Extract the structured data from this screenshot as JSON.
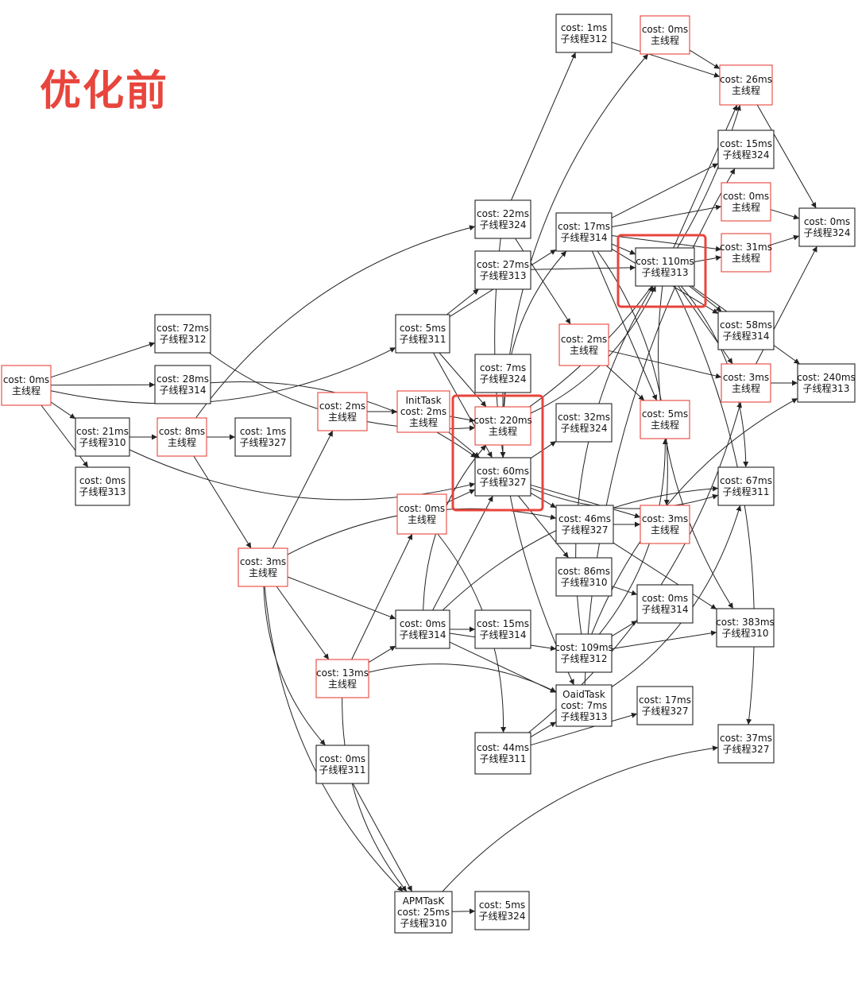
{
  "title": "优化前",
  "colors": {
    "main_thread_border": "#e8453c",
    "worker_border": "#222222",
    "title": "#e8453c",
    "edge": "#222222"
  },
  "nodes": [
    {
      "id": "n1",
      "lines": [
        "cost: 0ms",
        "主线程"
      ],
      "main": true
    },
    {
      "id": "n2",
      "lines": [
        "cost: 72ms",
        "子线程312"
      ]
    },
    {
      "id": "n3",
      "lines": [
        "cost: 28ms",
        "子线程314"
      ]
    },
    {
      "id": "n4",
      "lines": [
        "cost: 21ms",
        "子线程310"
      ]
    },
    {
      "id": "n5",
      "lines": [
        "cost: 0ms",
        "子线程313"
      ]
    },
    {
      "id": "n6",
      "lines": [
        "cost: 8ms",
        "主线程"
      ],
      "main": true
    },
    {
      "id": "n7",
      "lines": [
        "cost: 1ms",
        "子线程327"
      ]
    },
    {
      "id": "n8",
      "lines": [
        "cost: 3ms",
        "主线程"
      ],
      "main": true
    },
    {
      "id": "n9",
      "lines": [
        "cost: 2ms",
        "主线程"
      ],
      "main": true
    },
    {
      "id": "n10",
      "lines": [
        "cost: 13ms",
        "主线程"
      ],
      "main": true
    },
    {
      "id": "n11",
      "lines": [
        "cost: 0ms",
        "子线程311"
      ]
    },
    {
      "id": "n12",
      "lines": [
        "cost: 5ms",
        "子线程311"
      ]
    },
    {
      "id": "n13",
      "lines": [
        "InitTask",
        "cost: 2ms",
        "主线程"
      ],
      "main": true
    },
    {
      "id": "n14",
      "lines": [
        "cost: 0ms",
        "主线程"
      ],
      "main": true
    },
    {
      "id": "n15",
      "lines": [
        "cost: 0ms",
        "子线程314"
      ]
    },
    {
      "id": "n16",
      "lines": [
        "APMTasK",
        "cost: 25ms",
        "子线程310"
      ]
    },
    {
      "id": "n17",
      "lines": [
        "cost: 22ms",
        "子线程324"
      ]
    },
    {
      "id": "n18",
      "lines": [
        "cost: 27ms",
        "子线程313"
      ]
    },
    {
      "id": "n19",
      "lines": [
        "cost: 7ms",
        "子线程324"
      ]
    },
    {
      "id": "n20",
      "lines": [
        "cost: 220ms",
        "主线程"
      ],
      "main": true
    },
    {
      "id": "n21",
      "lines": [
        "cost: 60ms",
        "子线程327"
      ]
    },
    {
      "id": "n22",
      "lines": [
        "cost: 15ms",
        "子线程314"
      ]
    },
    {
      "id": "n23",
      "lines": [
        "cost: 44ms",
        "子线程311"
      ]
    },
    {
      "id": "n24",
      "lines": [
        "cost: 5ms",
        "子线程324"
      ]
    },
    {
      "id": "n25",
      "lines": [
        "cost: 1ms",
        "子线程312"
      ]
    },
    {
      "id": "n26",
      "lines": [
        "cost: 17ms",
        "子线程314"
      ]
    },
    {
      "id": "n27",
      "lines": [
        "cost: 2ms",
        "主线程"
      ],
      "main": true
    },
    {
      "id": "n28",
      "lines": [
        "cost: 32ms",
        "子线程324"
      ]
    },
    {
      "id": "n29",
      "lines": [
        "cost: 46ms",
        "子线程327"
      ]
    },
    {
      "id": "n30",
      "lines": [
        "cost: 86ms",
        "子线程310"
      ]
    },
    {
      "id": "n31",
      "lines": [
        "cost: 109ms",
        "子线程312"
      ]
    },
    {
      "id": "n32",
      "lines": [
        "OaidTask",
        "cost: 7ms",
        "子线程313"
      ]
    },
    {
      "id": "n33",
      "lines": [
        "cost: 0ms",
        "主线程"
      ],
      "main": true
    },
    {
      "id": "n34",
      "lines": [
        "cost: 110ms",
        "子线程313"
      ]
    },
    {
      "id": "n35",
      "lines": [
        "cost: 5ms",
        "主线程"
      ],
      "main": true
    },
    {
      "id": "n36",
      "lines": [
        "cost: 3ms",
        "主线程"
      ],
      "main": true
    },
    {
      "id": "n37",
      "lines": [
        "cost: 0ms",
        "子线程314"
      ]
    },
    {
      "id": "n38",
      "lines": [
        "cost: 17ms",
        "子线程327"
      ]
    },
    {
      "id": "n39",
      "lines": [
        "cost: 26ms",
        "主线程"
      ],
      "main": true
    },
    {
      "id": "n40",
      "lines": [
        "cost: 15ms",
        "子线程324"
      ]
    },
    {
      "id": "n41",
      "lines": [
        "cost: 0ms",
        "主线程"
      ],
      "main": true
    },
    {
      "id": "n42",
      "lines": [
        "cost: 31ms",
        "主线程"
      ],
      "main": true
    },
    {
      "id": "n43",
      "lines": [
        "cost: 58ms",
        "子线程314"
      ]
    },
    {
      "id": "n44",
      "lines": [
        "cost: 3ms",
        "主线程"
      ],
      "main": true
    },
    {
      "id": "n45",
      "lines": [
        "cost: 67ms",
        "子线程311"
      ]
    },
    {
      "id": "n46",
      "lines": [
        "cost: 383ms",
        "子线程310"
      ]
    },
    {
      "id": "n47",
      "lines": [
        "cost: 37ms",
        "子线程327"
      ]
    },
    {
      "id": "n48",
      "lines": [
        "cost: 0ms",
        "子线程324"
      ]
    },
    {
      "id": "n49",
      "lines": [
        "cost: 240ms",
        "子线程313"
      ]
    }
  ],
  "edges": [
    [
      "n1",
      "n2"
    ],
    [
      "n1",
      "n3"
    ],
    [
      "n1",
      "n4"
    ],
    [
      "n1",
      "n5"
    ],
    [
      "n1",
      "n12"
    ],
    [
      "n4",
      "n6"
    ],
    [
      "n4",
      "n21"
    ],
    [
      "n6",
      "n7"
    ],
    [
      "n6",
      "n8"
    ],
    [
      "n6",
      "n17"
    ],
    [
      "n2",
      "n20"
    ],
    [
      "n3",
      "n21"
    ],
    [
      "n8",
      "n9"
    ],
    [
      "n8",
      "n10"
    ],
    [
      "n8",
      "n11"
    ],
    [
      "n8",
      "n15"
    ],
    [
      "n8",
      "n16"
    ],
    [
      "n8",
      "n29"
    ],
    [
      "n9",
      "n13"
    ],
    [
      "n13",
      "n20"
    ],
    [
      "n13",
      "n21"
    ],
    [
      "n10",
      "n14"
    ],
    [
      "n10",
      "n15"
    ],
    [
      "n10",
      "n32"
    ],
    [
      "n10",
      "n16"
    ],
    [
      "n11",
      "n16"
    ],
    [
      "n16",
      "n24"
    ],
    [
      "n16",
      "n47"
    ],
    [
      "n12",
      "n18"
    ],
    [
      "n12",
      "n20"
    ],
    [
      "n12",
      "n21"
    ],
    [
      "n12",
      "n26"
    ],
    [
      "n14",
      "n21"
    ],
    [
      "n14",
      "n23"
    ],
    [
      "n15",
      "n22"
    ],
    [
      "n15",
      "n20"
    ],
    [
      "n15",
      "n21"
    ],
    [
      "n15",
      "n31"
    ],
    [
      "n15",
      "n32"
    ],
    [
      "n15",
      "n45"
    ],
    [
      "n17",
      "n25"
    ],
    [
      "n17",
      "n27"
    ],
    [
      "n17",
      "n32"
    ],
    [
      "n18",
      "n34"
    ],
    [
      "n19",
      "n21"
    ],
    [
      "n20",
      "n26"
    ],
    [
      "n20",
      "n34"
    ],
    [
      "n20",
      "n33"
    ],
    [
      "n20",
      "n39"
    ],
    [
      "n21",
      "n28"
    ],
    [
      "n21",
      "n29"
    ],
    [
      "n21",
      "n30"
    ],
    [
      "n21",
      "n45"
    ],
    [
      "n21",
      "n36"
    ],
    [
      "n23",
      "n32"
    ],
    [
      "n23",
      "n38"
    ],
    [
      "n23",
      "n44"
    ],
    [
      "n25",
      "n39"
    ],
    [
      "n33",
      "n39"
    ],
    [
      "n26",
      "n34"
    ],
    [
      "n26",
      "n41"
    ],
    [
      "n26",
      "n40"
    ],
    [
      "n26",
      "n42"
    ],
    [
      "n26",
      "n43"
    ],
    [
      "n26",
      "n35"
    ],
    [
      "n26",
      "n36"
    ],
    [
      "n27",
      "n35"
    ],
    [
      "n27",
      "n44"
    ],
    [
      "n29",
      "n36"
    ],
    [
      "n29",
      "n46"
    ],
    [
      "n30",
      "n37"
    ],
    [
      "n31",
      "n37"
    ],
    [
      "n31",
      "n46"
    ],
    [
      "n31",
      "n34"
    ],
    [
      "n31",
      "n35"
    ],
    [
      "n31",
      "n49"
    ],
    [
      "n34",
      "n42"
    ],
    [
      "n34",
      "n43"
    ],
    [
      "n34",
      "n44"
    ],
    [
      "n34",
      "n45"
    ],
    [
      "n34",
      "n46"
    ],
    [
      "n34",
      "n47"
    ],
    [
      "n34",
      "n39"
    ],
    [
      "n34",
      "n49"
    ],
    [
      "n39",
      "n48"
    ],
    [
      "n41",
      "n48"
    ],
    [
      "n42",
      "n48"
    ],
    [
      "n44",
      "n49"
    ],
    [
      "n44",
      "n48"
    ],
    [
      "n32",
      "n40"
    ],
    [
      "n32",
      "n45"
    ]
  ]
}
